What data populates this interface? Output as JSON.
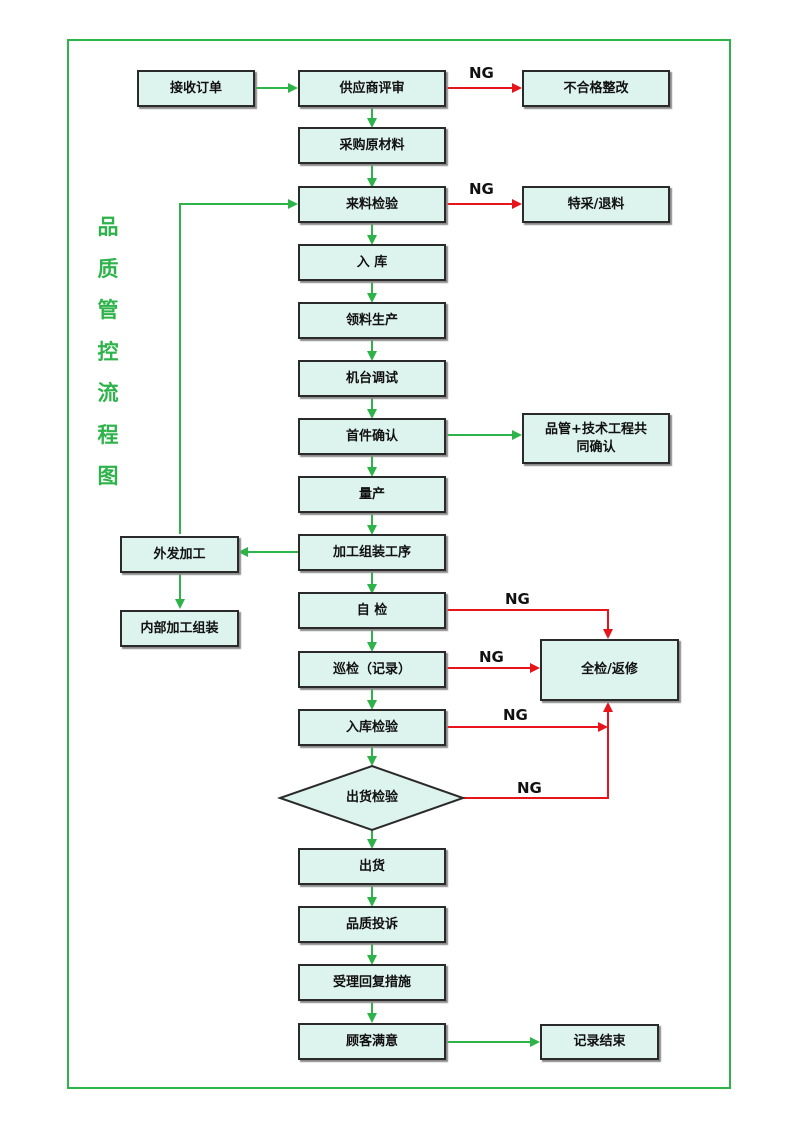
{
  "title": "品质管控流程图",
  "colors": {
    "flow": "#2db34a",
    "ng": "#e8141b",
    "box_fill": "#ddf3ee",
    "border": "#2a2a2a"
  },
  "nodes": {
    "receive_order": "接收订单",
    "supplier_eval": "供应商评审",
    "rectify": "不合格整改",
    "purchase": "采购原材料",
    "incoming_inspect": "来料检验",
    "special_return": "特采/退料",
    "warehouse_in": "入 库",
    "material_prod": "领料生产",
    "machine_debug": "机台调试",
    "first_confirm": "首件确认",
    "joint_confirm": "品管+技术工程共同确认",
    "mass_prod": "量产",
    "process": "加工组装工序",
    "outsource": "外发加工",
    "internal_assembly": "内部加工组装",
    "self_check": "自 检",
    "patrol_check": "巡检（记录）",
    "storage_check": "入库检验",
    "full_check": "全检/返修",
    "shipment_check": "出货检验",
    "shipment": "出货",
    "complaint": "品质投诉",
    "measures": "受理回复措施",
    "satisfaction": "顾客满意",
    "record_end": "记录结束"
  },
  "ng_label": "NG"
}
